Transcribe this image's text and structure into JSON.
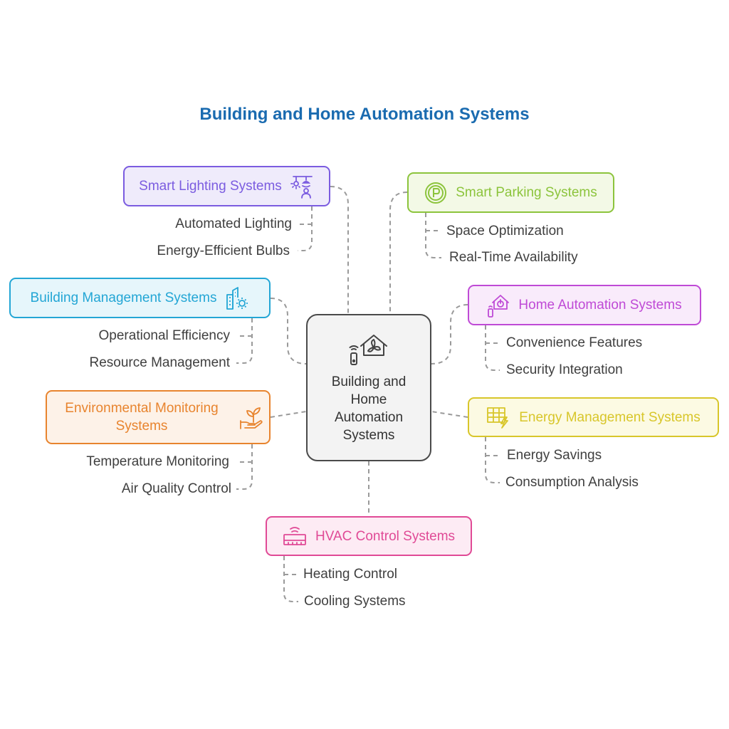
{
  "title": "Building and Home Automation Systems",
  "center": {
    "label": "Building and Home Automation Systems",
    "icon": "smart-home-fan-icon"
  },
  "categories": [
    {
      "id": "smart-lighting",
      "label": "Smart Lighting Systems",
      "icon": "smart-lighting-icon",
      "color": "#7b5ce0",
      "fill": "#efebfb",
      "items": [
        "Automated Lighting",
        "Energy-Efficient Bulbs"
      ]
    },
    {
      "id": "smart-parking",
      "label": "Smart Parking Systems",
      "icon": "parking-icon",
      "color": "#8cc43c",
      "fill": "#f3f9e6",
      "items": [
        "Space Optimization",
        "Real-Time Availability"
      ]
    },
    {
      "id": "building-management",
      "label": "Building Management Systems",
      "icon": "building-gear-icon",
      "color": "#23a6d5",
      "fill": "#e6f6fb",
      "items": [
        "Operational Efficiency",
        "Resource Management"
      ]
    },
    {
      "id": "home-automation",
      "label": "Home Automation Systems",
      "icon": "home-power-remote-icon",
      "color": "#bf4ad6",
      "fill": "#f9ebfb",
      "items": [
        "Convenience Features",
        "Security Integration"
      ]
    },
    {
      "id": "environmental-monitoring",
      "label": "Environmental Monitoring Systems",
      "icon": "plant-hand-icon",
      "color": "#e8842e",
      "fill": "#fdf2e8",
      "items": [
        "Temperature Monitoring",
        "Air Quality Control"
      ]
    },
    {
      "id": "energy-management",
      "label": "Energy Management Systems",
      "icon": "solar-panel-bolt-icon",
      "color": "#d8c62a",
      "fill": "#fcfae3",
      "items": [
        "Energy Savings",
        "Consumption Analysis"
      ]
    },
    {
      "id": "hvac-control",
      "label": "HVAC Control Systems",
      "icon": "air-conditioner-icon",
      "color": "#e04a96",
      "fill": "#fdebf4",
      "items": [
        "Heating Control",
        "Cooling Systems"
      ]
    }
  ]
}
